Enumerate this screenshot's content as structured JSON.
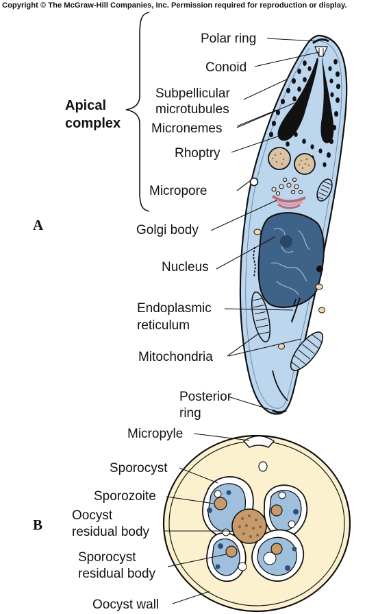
{
  "copyright": "Copyright © The McGraw-Hill Companies, Inc. Permission required for reproduction or display.",
  "panel_a": {
    "letter": "A",
    "bracket_label": [
      "Apical",
      "complex"
    ],
    "labels": {
      "polar_ring": "Polar ring",
      "conoid": "Conoid",
      "subpellicular": [
        "Subpellicular",
        "microtubules"
      ],
      "micronemes": "Micronemes",
      "rhoptry": "Rhoptry",
      "micropore": "Micropore",
      "golgi": "Golgi body",
      "nucleus": "Nucleus",
      "er": [
        "Endoplasmic",
        "reticulum"
      ],
      "mitochondria": "Mitochondria",
      "posterior_ring": [
        "Posterior",
        "ring"
      ]
    }
  },
  "panel_b": {
    "letter": "B",
    "labels": {
      "micropyle": "Micropyle",
      "sporocyst": "Sporocyst",
      "sporozoite": "Sporozoite",
      "oocyst_residual": [
        "Oocyst",
        "residual body"
      ],
      "sporocyst_residual": [
        "Sporocyst",
        "residual body"
      ],
      "oocyst_wall": "Oocyst wall"
    }
  },
  "colors": {
    "cytoplasm": "#bcd6ee",
    "nucleus": "#3f6288",
    "oocyst_fill": "#fbf1cf",
    "residual_body": "#c79a6c",
    "outline": "#111111"
  }
}
